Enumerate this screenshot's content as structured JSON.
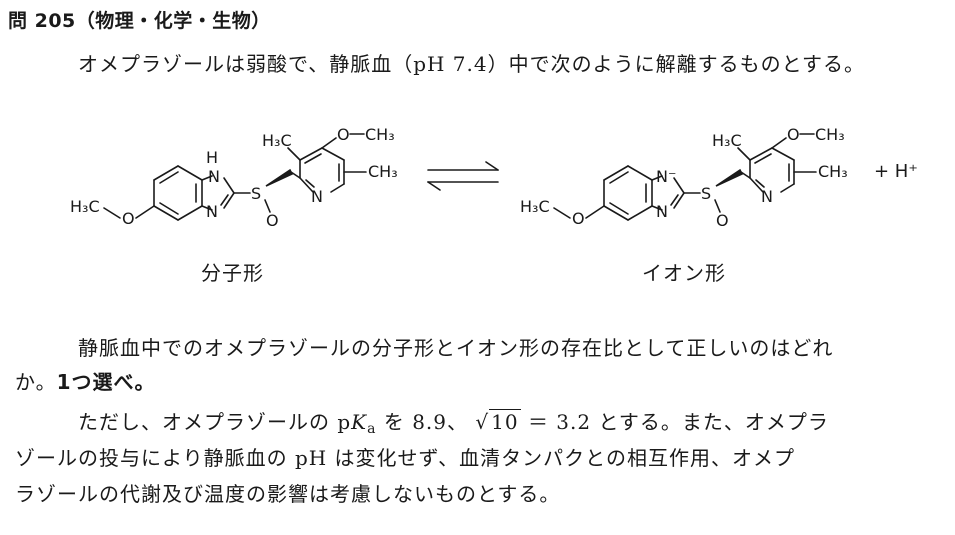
{
  "question": {
    "heading": "問 205（物理・化学・生物）",
    "intro": "オメプラゾールは弱酸で、静脈血（pH 7.4）中で次のように解離するものとする。",
    "molecule_label": "分子形",
    "ion_label": "イオン形",
    "plus_proton": "+ H⁺",
    "body_line1": "静脈血中でのオメプラゾールの分子形とイオン形の存在比として正しいのはどれ",
    "body_line2_a": "か。",
    "body_line2_b": "1つ選べ。",
    "cond_line1_a": "ただし、オメプラゾールの p",
    "cond_line1_K": "K",
    "cond_line1_sub": "a",
    "cond_line1_b": "を 8.9、",
    "cond_sqrt_radicand": "10",
    "cond_line1_c": "＝ 3.2 とする。また、オメプラ",
    "cond_line2": "ゾールの投与により静脈血の pH は変化せず、血清タンパクとの相互作用、オメプ",
    "cond_line3": "ラゾールの代謝及び温度の影響は考慮しないものとする。"
  },
  "structure_labels": {
    "H3C": "H₃C",
    "CH3": "CH₃",
    "O": "O",
    "N": "N",
    "H": "H",
    "S": "S",
    "N_minus": "N⁻"
  }
}
